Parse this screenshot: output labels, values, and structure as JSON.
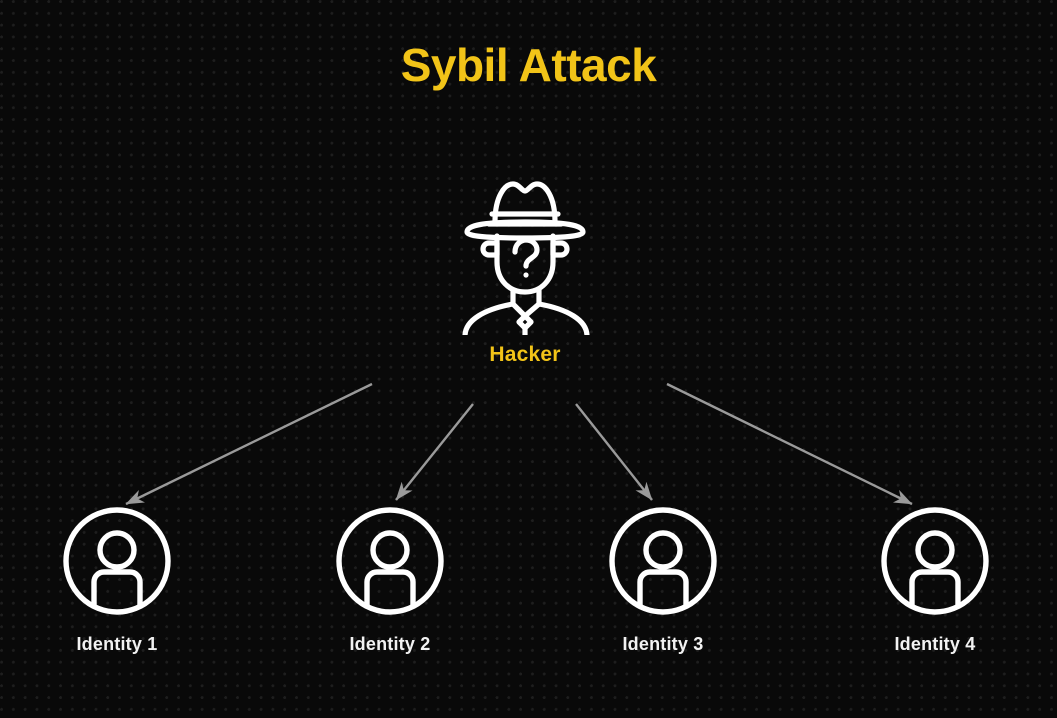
{
  "title": "Sybil Attack",
  "colors": {
    "background": "#090909",
    "dot_pattern": "#1e1e1e",
    "accent_gold": "#F2C418",
    "icon_stroke": "#ffffff",
    "arrow": "#9a9a9a",
    "label_text": "#f2f2f2"
  },
  "attacker": {
    "label": "Hacker",
    "icon": "hacker-detective-icon"
  },
  "identities": [
    {
      "label": "Identity 1",
      "icon": "user-avatar-icon"
    },
    {
      "label": "Identity 2",
      "icon": "user-avatar-icon"
    },
    {
      "label": "Identity 3",
      "icon": "user-avatar-icon"
    },
    {
      "label": "Identity 4",
      "icon": "user-avatar-icon"
    }
  ],
  "connections": [
    {
      "from": "Hacker",
      "to": "Identity 1",
      "style": "arrow"
    },
    {
      "from": "Hacker",
      "to": "Identity 2",
      "style": "arrow"
    },
    {
      "from": "Hacker",
      "to": "Identity 3",
      "style": "arrow"
    },
    {
      "from": "Hacker",
      "to": "Identity 4",
      "style": "arrow"
    }
  ]
}
